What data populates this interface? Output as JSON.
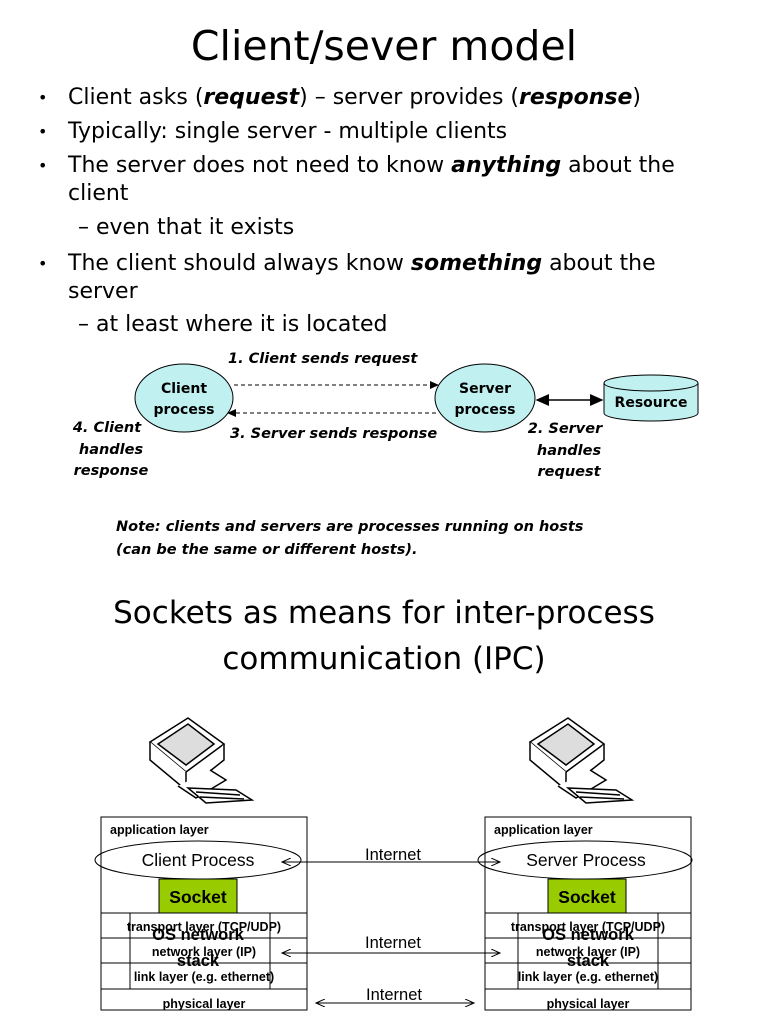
{
  "slide1": {
    "title": "Client/sever model",
    "bullets": [
      {
        "pre": "Client asks (",
        "em1": "request",
        "mid": ") – server provides (",
        "em2": "response",
        "post": ")"
      },
      {
        "text": "Typically: single server - multiple clients"
      },
      {
        "pre": "The server does not need to know ",
        "em": "anything",
        "post": " about the",
        "line2": "client",
        "sub": "– even that it exists"
      },
      {
        "pre": "The client should always know ",
        "em": "something",
        "post": " about the",
        "line2": "server",
        "sub": "– at least where it is located"
      }
    ],
    "diagram": {
      "client_line1": "Client",
      "client_line2": "process",
      "server_line1": "Server",
      "server_line2": "process",
      "resource": "Resource",
      "step1": "1. Client sends request",
      "step3": "3. Server sends response",
      "step2_l1": "2. Server",
      "step2_l2": "handles",
      "step2_l3": "request",
      "step4_l1": "4. Client",
      "step4_l2": "handles",
      "step4_l3": "response",
      "node_fill": "#c0f0f0",
      "resource_fill": "#c0f0f0"
    },
    "note_line1": "Note: clients and servers are processes running on hosts",
    "note_line2": "(can be the same or different hosts)."
  },
  "slide2": {
    "title_line1": "Sockets as means for inter-process",
    "title_line2": "communication (IPC)",
    "stack": {
      "application_layer": "application layer",
      "client_process": "Client Process",
      "server_process": "Server Process",
      "socket": "Socket",
      "transport_layer": "transport layer (TCP/UDP)",
      "network_layer": "network layer (IP)",
      "link_layer": "link layer (e.g. ethernet)",
      "physical_layer": "physical layer",
      "os_network_l1": "OS network",
      "os_network_l2": "stack",
      "internet": "Internet",
      "socket_fill": "#99cc00"
    }
  }
}
